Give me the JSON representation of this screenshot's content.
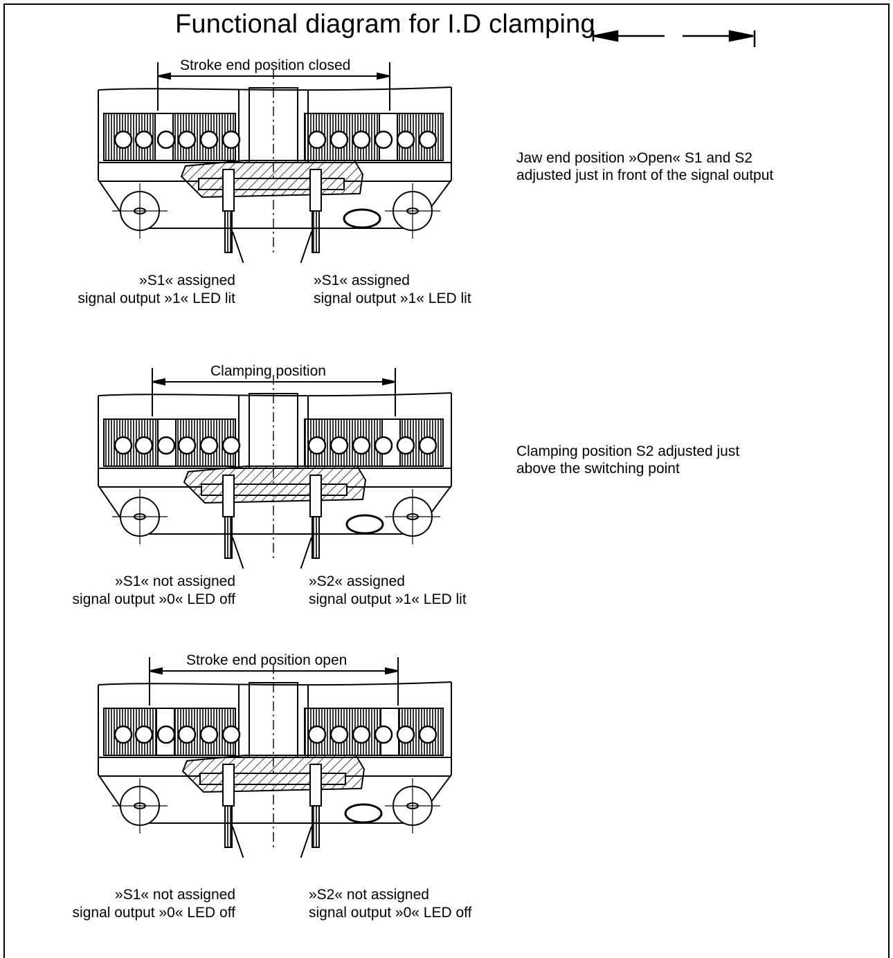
{
  "title": "Functional diagram for I.D clamping",
  "panels": [
    {
      "dimension_label": "Stroke end position closed",
      "left_sensor": {
        "line1": "»S1« assigned",
        "line2": "signal output »1« LED lit"
      },
      "right_sensor": {
        "line1": "»S1« assigned",
        "line2": "signal output »1« LED lit"
      },
      "note": {
        "line1": "Jaw end position »Open« S1 and S2",
        "line2": "adjusted just in front of the signal output"
      }
    },
    {
      "dimension_label": "Clamping position",
      "left_sensor": {
        "line1": "»S1« not assigned",
        "line2": "signal output »0« LED off"
      },
      "right_sensor": {
        "line1": "»S2« assigned",
        "line2": "signal output »1« LED lit"
      },
      "note": {
        "line1": "Clamping position S2 adjusted just",
        "line2": "above the switching point"
      }
    },
    {
      "dimension_label": "Stroke end position open",
      "left_sensor": {
        "line1": "»S1« not assigned",
        "line2": "signal output »0« LED off"
      },
      "right_sensor": {
        "line1": "»S2« not assigned",
        "line2": "signal output »0« LED off"
      },
      "note": {
        "line1": "",
        "line2": ""
      }
    }
  ]
}
